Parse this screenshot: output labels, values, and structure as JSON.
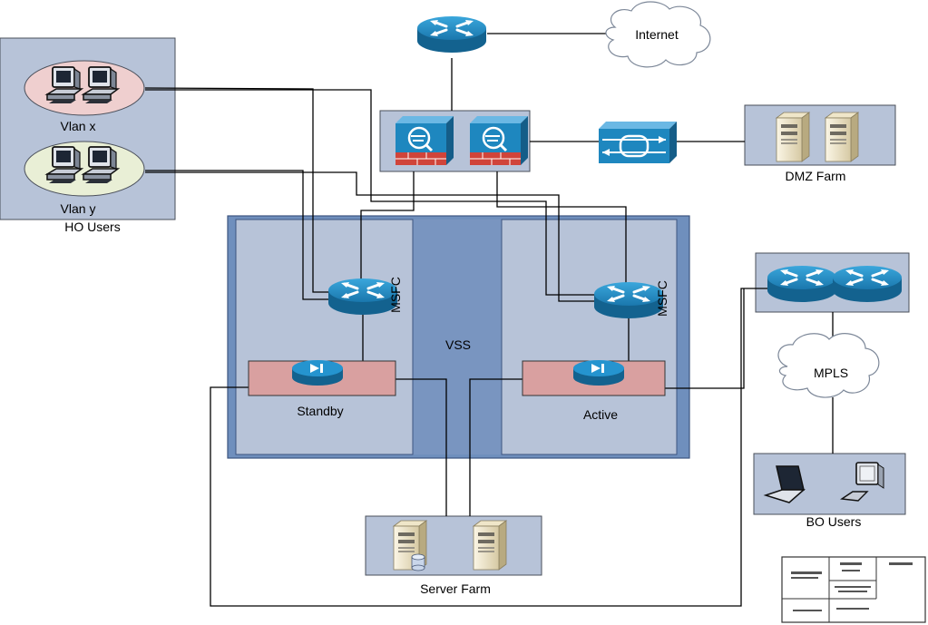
{
  "labels": {
    "internet": "Internet",
    "dmz_farm": "DMZ Farm",
    "vlan_x": "Vlan x",
    "vlan_y": "Vlan y",
    "ho_users": "HO Users",
    "msfc_left": "MSFC",
    "msfc_right": "MSFC",
    "vss": "VSS",
    "standby": "Standby",
    "active": "Active",
    "mpls": "MPLS",
    "bo_users": "BO Users",
    "server_farm": "Server Farm"
  },
  "colors": {
    "region_fill": "#b7c3d8",
    "vss_outer": "#6f8fbd",
    "vss_center": "#7995c0",
    "service_module": "#d9a0a0",
    "vlan_x_fill": "#efcfcf",
    "vlan_y_fill": "#e9efd6",
    "cisco_blue": "#1e87bf",
    "firewall_red": "#d0443a",
    "cloud_fill": "#ffffff",
    "link": "#000000"
  },
  "icons": {
    "router": "router-icon",
    "firewall": "firewall-icon",
    "vpn_concentrator": "vpn-icon",
    "server": "server-icon",
    "workstation": "workstation-icon",
    "laptop": "laptop-icon",
    "cloud": "cloud-icon",
    "service_module": "service-module-icon"
  }
}
